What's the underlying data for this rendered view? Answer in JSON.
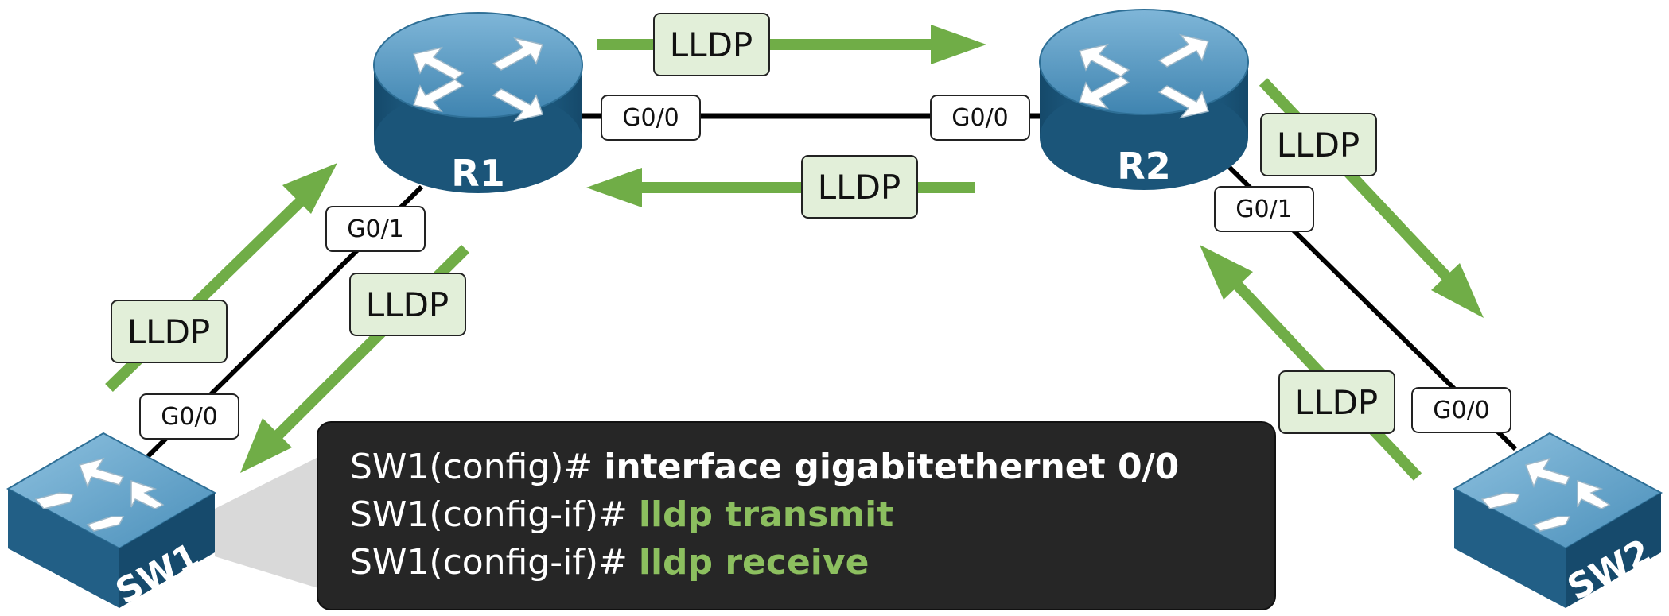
{
  "devices": {
    "r1": {
      "label": "R1"
    },
    "r2": {
      "label": "R2"
    },
    "sw1": {
      "label": "SW1"
    },
    "sw2": {
      "label": "SW2"
    }
  },
  "interfaces": {
    "r1_g00": "G0/0",
    "r1_g01": "G0/1",
    "r2_g00": "G0/0",
    "r2_g01": "G0/1",
    "sw1_g00": "G0/0",
    "sw2_g00": "G0/0"
  },
  "protocol_label": "LLDP",
  "colors": {
    "arrow": "#70ad47",
    "label_fill": "#e2efd9",
    "device_top": "#5b9bc4",
    "device_side": "#1f5f85",
    "terminal_bg": "#262626",
    "highlight": "#8cbf5f"
  },
  "terminal": {
    "lines": [
      {
        "prompt": "SW1(config)# ",
        "command": "interface gigabitethernet 0/0"
      },
      {
        "prompt": "SW1(config-if)# ",
        "command": "lldp transmit"
      },
      {
        "prompt": "SW1(config-if)# ",
        "command": "lldp receive"
      }
    ]
  }
}
